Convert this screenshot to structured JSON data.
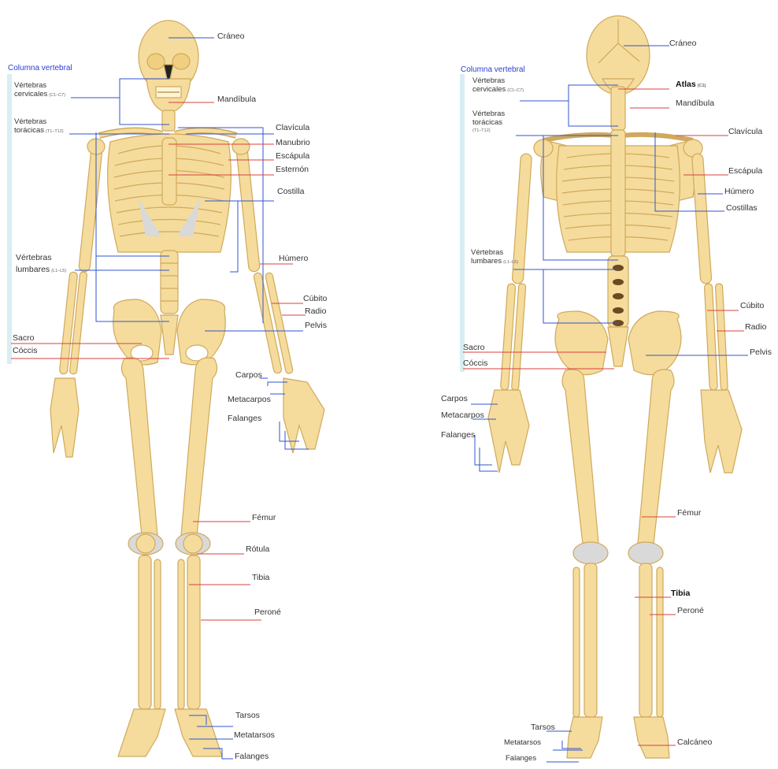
{
  "anterior": {
    "column_title": "Columna vertebral",
    "cervical": "Vértebras",
    "cervical_2": "cervicales",
    "cervical_range": "(C1–C7)",
    "thoracic": "Vértebras",
    "thoracic_2": "torácicas",
    "thoracic_range": "(T1–T12)",
    "lumbar": "Vértebras",
    "lumbar_2": "lumbares",
    "lumbar_range": "(L1–L5)",
    "sacro": "Sacro",
    "coccis": "Cóccis",
    "craneo": "Cráneo",
    "mandibula": "Mandíbula",
    "clavicula": "Clavícula",
    "manubrio": "Manubrio",
    "escapula": "Escápula",
    "esternon": "Esternón",
    "costilla": "Costilla",
    "humero": "Húmero",
    "cubito": "Cúbito",
    "radio": "Radio",
    "pelvis": "Pelvis",
    "carpos": "Carpos",
    "metacarpos": "Metacarpos",
    "falanges": "Falanges",
    "femur": "Fémur",
    "rotula": "Rótula",
    "tibia": "Tibia",
    "perone": "Peroné",
    "tarsos": "Tarsos",
    "metatarsos": "Metatarsos",
    "falanges_pie": "Falanges"
  },
  "posterior": {
    "column_title": "Columna vertebral",
    "cervical": "Vértebras",
    "cervical_2": "cervicales",
    "cervical_range": "(C1–C7)",
    "thoracic": "Vértebras",
    "thoracic_2": "torácicas",
    "thoracic_range": "(T1–T12)",
    "lumbar": "Vértebras",
    "lumbar_2": "lumbares",
    "lumbar_range": "(L1–L5)",
    "sacro": "Sacro",
    "coccis": "Cóccis",
    "carpos": "Carpos",
    "metacarpos": "Metacarpos",
    "falanges": "Falanges",
    "craneo": "Cráneo",
    "atlas": "Atlas",
    "atlas_range": "(C1)",
    "mandibula": "Mandíbula",
    "clavicula": "Clavícula",
    "escapula": "Escápula",
    "humero": "Húmero",
    "costillas": "Costillas",
    "cubito": "Cúbito",
    "radio": "Radio",
    "pelvis": "Pelvis",
    "femur": "Fémur",
    "tibia": "Tibia",
    "perone": "Peroné",
    "tarsos": "Tarsos",
    "metatarsos": "Metatarsos",
    "falanges_pie": "Falanges",
    "calcaneo": "Calcáneo"
  },
  "colors": {
    "bone": "#f5dc9c",
    "bone_stroke": "#cfa95c",
    "cartilage": "#d9d9d9",
    "leader_blue": "#3355cc",
    "leader_red": "#d94040",
    "column_bar": "#d8eef2"
  }
}
